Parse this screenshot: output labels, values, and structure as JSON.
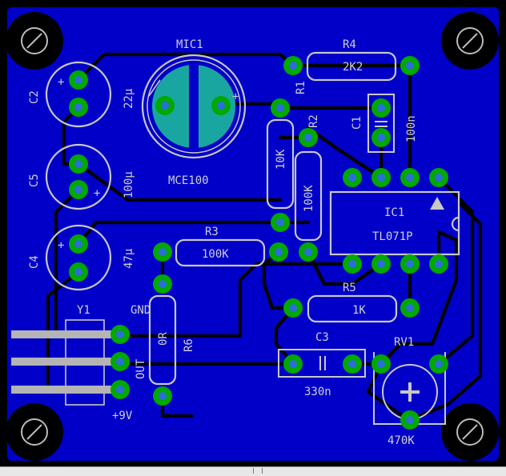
{
  "labels": {
    "mic1": "MIC1",
    "mce100": "MCE100",
    "r4_ref": "R4",
    "r4_val": "2K2",
    "r1_ref": "R1",
    "r1_val": "10K",
    "r2_ref": "R2",
    "r2_val": "100K",
    "c1_ref": "C1",
    "c1_val": "100n",
    "c2_ref": "C2",
    "c2_val": "22µ",
    "c5_ref": "C5",
    "c5_val": "100µ",
    "c4_ref": "C4",
    "c4_val": "47µ",
    "r3_ref": "R3",
    "r3_val": "100K",
    "ic1_ref": "IC1",
    "ic1_val": "TL071P",
    "r5_ref": "R5",
    "r5_val": "1K",
    "c3_ref": "C3",
    "c3_val": "330n",
    "rv1_ref": "RV1",
    "rv1_val": "470K",
    "y1_ref": "Y1",
    "gnd": "GND",
    "out": "OUT",
    "plus9v": "+9V",
    "r6_ref": "R6",
    "r6_val": "0R",
    "plus_c2": "+",
    "plus_c5": "+",
    "plus_c4": "+",
    "plus_mic": "+"
  },
  "colors": {
    "board_bg": "#0000c8",
    "board_edge": "#000000",
    "copper_pad": "#00a800",
    "drill": "#2a6fd8",
    "silkscreen": "#c8c8c8",
    "trace": "#000000",
    "mic_body": "#1aa6a0"
  }
}
